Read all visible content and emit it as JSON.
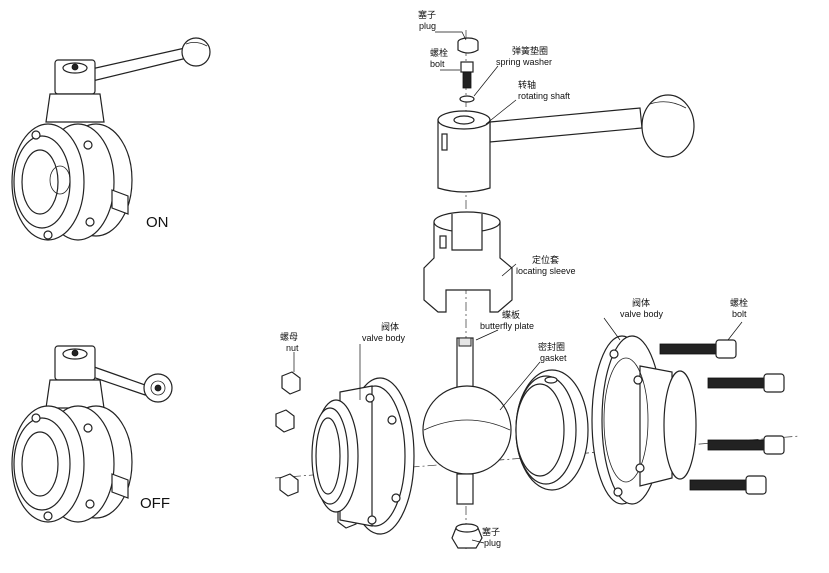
{
  "states": {
    "on": "ON",
    "off": "OFF"
  },
  "labels": {
    "plug_top": {
      "cn": "塞子",
      "en": "plug"
    },
    "bolt_top": {
      "cn": "螺栓",
      "en": "bolt"
    },
    "spring_washer": {
      "cn": "弹簧垫圈",
      "en": "spring washer"
    },
    "rotating_shaft": {
      "cn": "转轴",
      "en": "rotating shaft"
    },
    "locating_sleeve": {
      "cn": "定位套",
      "en": "locating sleeve"
    },
    "nut": {
      "cn": "螺母",
      "en": "nut"
    },
    "valve_body_left": {
      "cn": "阀体",
      "en": "valve body"
    },
    "butterfly_plate": {
      "cn": "蝶板",
      "en": "butterfly plate"
    },
    "gasket": {
      "cn": "密封圈",
      "en": "gasket"
    },
    "valve_body_right": {
      "cn": "阀体",
      "en": "valve body"
    },
    "bolt_right": {
      "cn": "螺栓",
      "en": "bolt"
    },
    "plug_bottom": {
      "cn": "塞子",
      "en": "plug"
    }
  }
}
